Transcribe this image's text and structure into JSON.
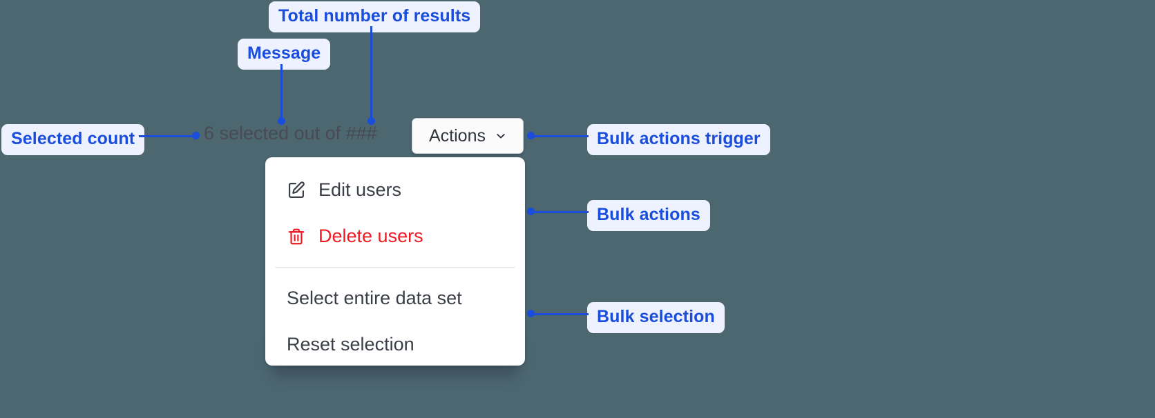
{
  "canvas": {
    "background_color": "#4c6770",
    "accent_color": "#1a4ddb",
    "callout_bg_color": "#edf2fe",
    "danger_color": "#ed1c24"
  },
  "selection": {
    "count": "6",
    "message": "6 selected out of ###",
    "total_placeholder": "###"
  },
  "trigger": {
    "label": "Actions",
    "chevron_icon": "chevron-down-icon"
  },
  "menu": {
    "groups": [
      {
        "name": "bulk-actions",
        "items": [
          {
            "label": "Edit users",
            "icon": "edit-pencil-icon",
            "danger": false
          },
          {
            "label": "Delete users",
            "icon": "trash-icon",
            "danger": true
          }
        ]
      },
      {
        "name": "bulk-selection",
        "items": [
          {
            "label": "Select entire data set",
            "icon": null,
            "danger": false
          },
          {
            "label": "Reset selection",
            "icon": null,
            "danger": false
          }
        ]
      }
    ]
  },
  "annotations": [
    {
      "id": "total-number-of-results",
      "label": "Total number of results"
    },
    {
      "id": "message",
      "label": "Message"
    },
    {
      "id": "selected-count",
      "label": "Selected count"
    },
    {
      "id": "bulk-actions-trigger",
      "label": "Bulk actions trigger"
    },
    {
      "id": "bulk-actions",
      "label": "Bulk actions"
    },
    {
      "id": "bulk-selection",
      "label": "Bulk selection"
    }
  ]
}
